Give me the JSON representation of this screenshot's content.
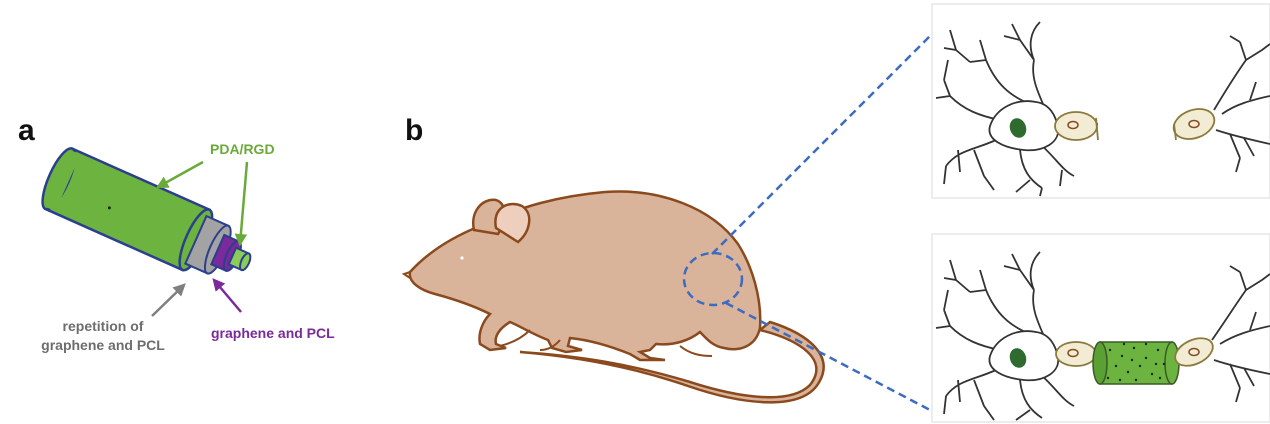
{
  "panel_a": {
    "letter": "a",
    "label_outer": "PDA/RGD",
    "label_gray_line1": "repetition of",
    "label_gray_line2": "graphene and PCL",
    "label_purple": "graphene and PCL"
  },
  "panel_b": {
    "letter": "b"
  },
  "colors": {
    "conduit_green": "#6cb33f",
    "conduit_outline": "#2b3f8c",
    "layer_gray": "#a3a3a3",
    "layer_purple": "#7a2a9a",
    "core_green": "#8ccc5a",
    "label_green": "#6aaa3a",
    "label_gray": "#6d6d6d",
    "label_purple": "#7a2a9a",
    "arrow_green": "#6aaa3a",
    "arrow_gray": "#7f7f7f",
    "arrow_purple": "#7a2a9a",
    "rat_fill": "#d9b39a",
    "rat_outline": "#8b4a1e",
    "ear_fill": "#eecfbd",
    "dash_blue": "#3b6cc2",
    "neuron_outline": "#333333",
    "nucleus": "#2f6a2f",
    "schwann_fill": "#f2ecd5",
    "schwann_outline": "#8b7a3a"
  }
}
